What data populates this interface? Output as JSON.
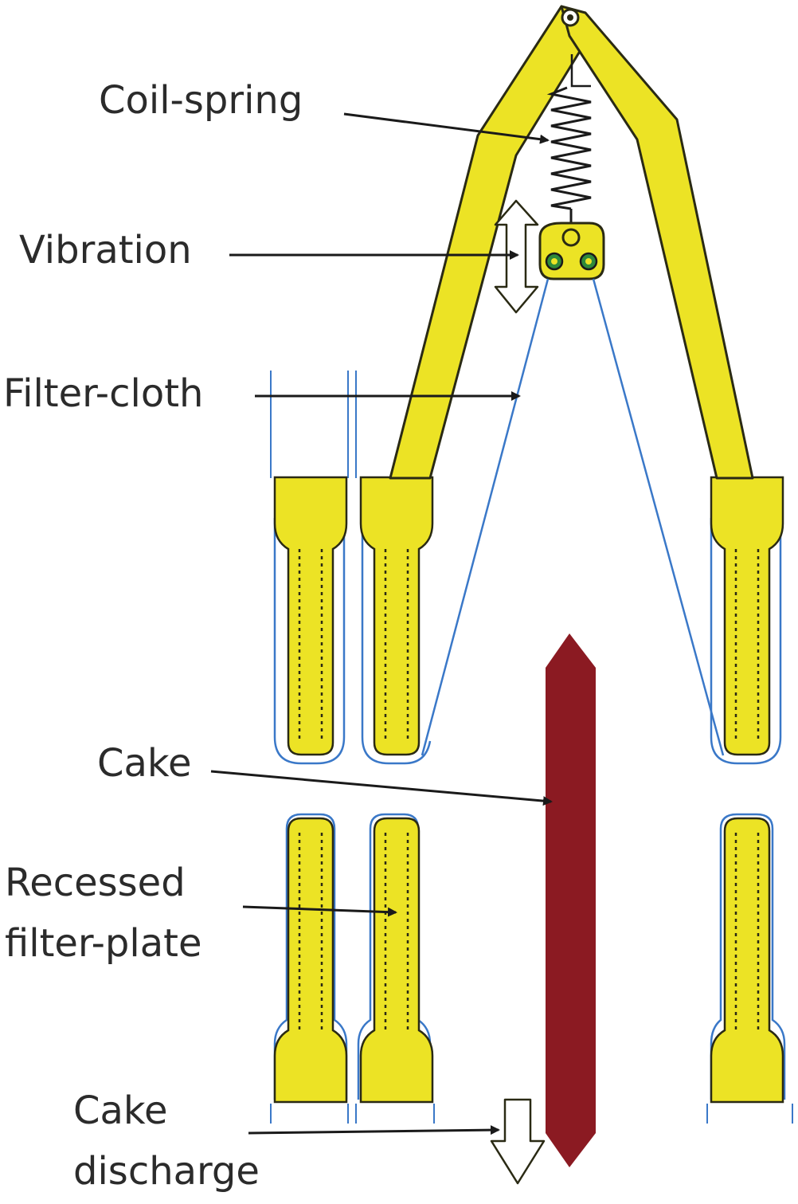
{
  "labels": {
    "coil_spring": "Coil-spring",
    "vibration": "Vibration",
    "filter_cloth": "Filter-cloth",
    "cake": "Cake",
    "recessed_filter_plate": [
      "Recessed",
      "filter-plate"
    ],
    "cake_discharge": [
      "Cake",
      "discharge"
    ]
  },
  "icons": [
    "pivot-pin-icon",
    "up-down-arrow-icon",
    "down-arrow-icon"
  ],
  "colors": {
    "plate_fill": "#ece325",
    "plate_outline": "#2a2a14",
    "cloth": "#3a78c8",
    "cake_fill": "#8b1a22",
    "text": "#2b2b2b",
    "leader": "#1a1a1a"
  }
}
